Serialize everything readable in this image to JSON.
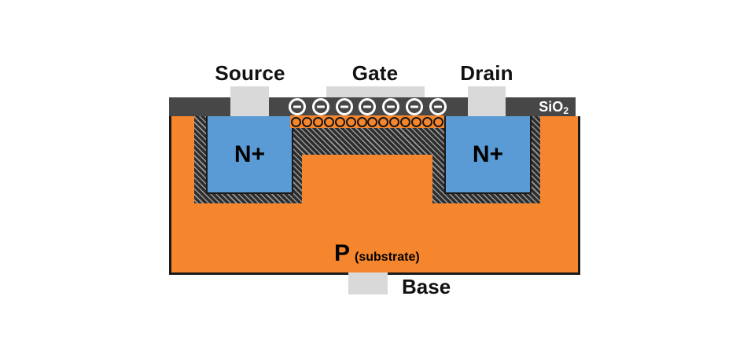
{
  "diagram": {
    "type": "nmos-transistor-cross-section",
    "terminals": {
      "source": "Source",
      "gate": "Gate",
      "drain": "Drain",
      "base": "Base"
    },
    "regions": {
      "oxide_label": "SiO",
      "oxide_label_subscript": "2",
      "n_plus_left": "N+",
      "n_plus_right": "N+",
      "substrate_label": "P",
      "substrate_label_note": "(substrate)"
    },
    "electrons": {
      "count": 7,
      "glyph": "minus-in-circle"
    },
    "channel_sites": {
      "count": 14,
      "glyph": "open-circle"
    },
    "colors": {
      "substrate": "#F6862D",
      "n_region": "#5B9BD5",
      "oxide": "#474747",
      "contact": "#D9D9D9",
      "hatch_base": "#2D2D2D",
      "hatch_stripe": "#9A9A9A",
      "text": "#111111",
      "outline": "#1A1A1A"
    }
  }
}
